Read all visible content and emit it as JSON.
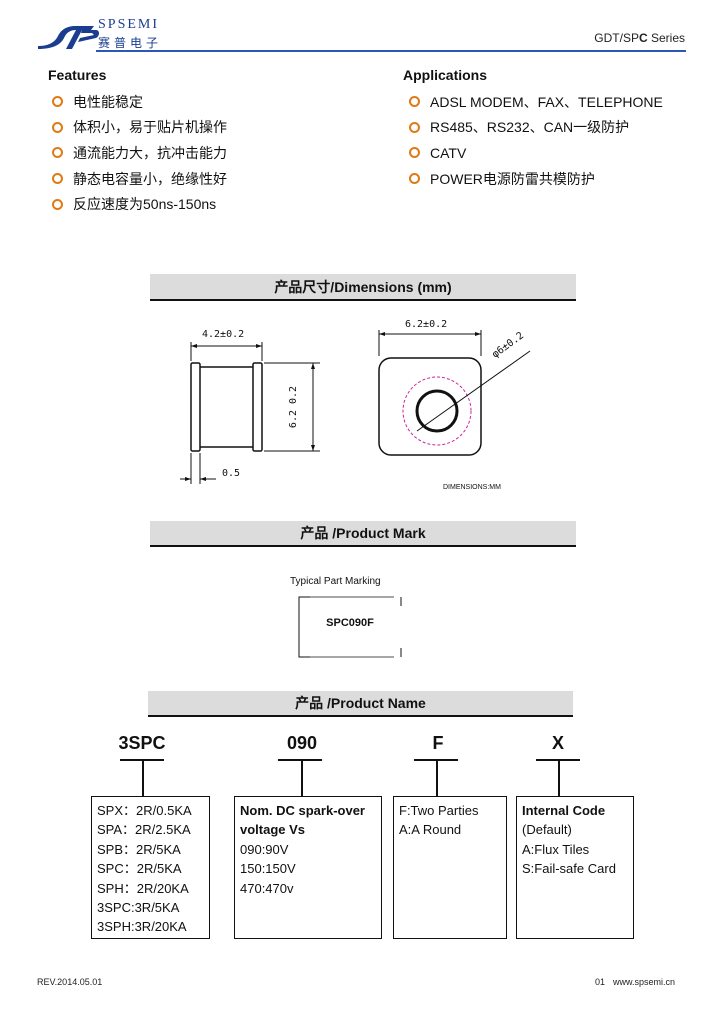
{
  "header": {
    "brand_en": "SPSEMI",
    "brand_cn": "赛普电子",
    "series_prefix": "GDT/SP",
    "series_bold": "C",
    "series_suffix": " Series"
  },
  "features": {
    "title": "Features",
    "items": [
      "电性能稳定",
      "体积小，易于贴片机操作",
      "通流能力大，抗冲击能力",
      "静态电容量小，绝缘性好",
      "反应速度为50ns-150ns"
    ]
  },
  "applications": {
    "title": "Applications",
    "items": [
      "ADSL MODEM、FAX、TELEPHONE",
      "RS485、RS232、CAN一级防护",
      "CATV",
      "POWER电源防雷共模防护"
    ]
  },
  "dimensions": {
    "title": "产品尺寸/Dimensions (mm)",
    "label_width": "4.2±0.2",
    "label_height": "6.2 0.2",
    "label_lead": "0.5",
    "label_square": "6.2±0.2",
    "label_diameter": "φ6±0.2",
    "note": "DIMENSIONS:MM"
  },
  "product_mark": {
    "title": "产品      /Product Mark",
    "caption": "Typical Part Marking",
    "marking": "SPC090F"
  },
  "product_name": {
    "title": "产品      /Product Name",
    "codes": [
      "3SPC",
      "090",
      "F",
      "X"
    ],
    "box1": [
      "SPX：2R/0.5KA",
      "SPA：2R/2.5KA",
      "SPB：2R/5KA",
      "SPC：2R/5KA",
      "SPH：2R/20KA",
      "3SPC:3R/5KA",
      "3SPH:3R/20KA"
    ],
    "box2_head": [
      "Nom. DC spark-over",
      "voltage Vs"
    ],
    "box2": [
      "090:90V",
      "150:150V",
      "470:470v"
    ],
    "box3": [
      "F:Two Parties",
      "A:A Round"
    ],
    "box4_head": "Internal Code",
    "box4": [
      "(Default)",
      "A:Flux Tiles",
      "S:Fail-safe Card"
    ]
  },
  "footer": {
    "rev": "REV.2014.05.01",
    "page": "01",
    "site": "www.spsemi.cn"
  },
  "colors": {
    "brand_blue": "#1a3d8f",
    "bullet_orange": "#e07a17",
    "bar_gray": "#dcdcdc",
    "circle_magenta": "#d0239b"
  }
}
